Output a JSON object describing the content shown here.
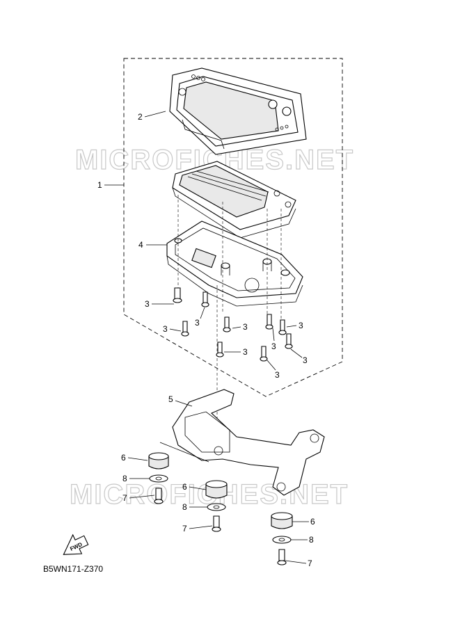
{
  "watermark": [
    "MICROFICHES.NET",
    "MICROFICHES.NET"
  ],
  "drawing_code": "B5WN171-Z370",
  "fwd_label": "FWD",
  "callouts": [
    "1",
    "2",
    "3",
    "4",
    "5",
    "6",
    "7",
    "8"
  ]
}
